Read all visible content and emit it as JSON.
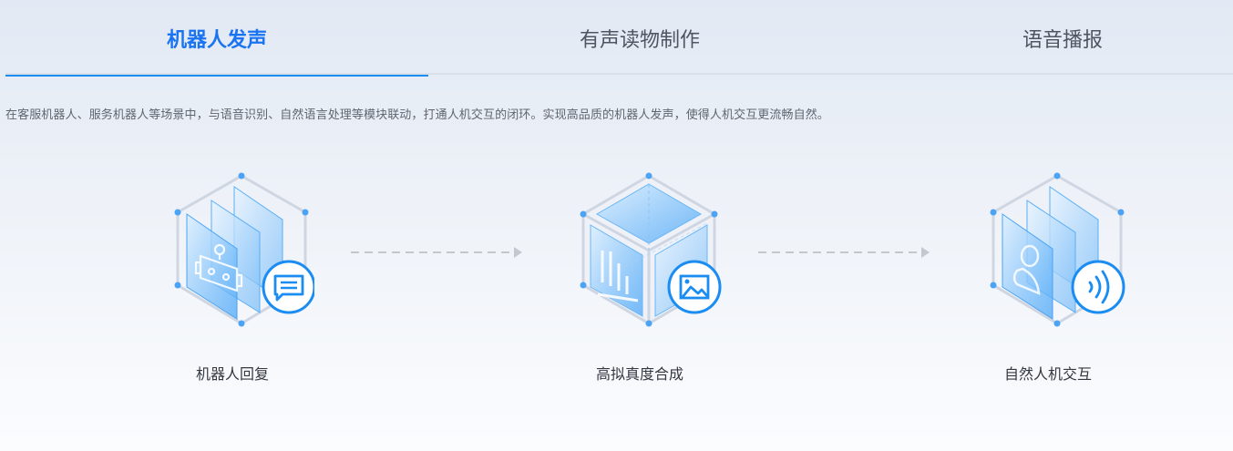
{
  "tabs": [
    {
      "label": "机器人发声",
      "active": true
    },
    {
      "label": "有声读物制作",
      "active": false
    },
    {
      "label": "语音播报",
      "active": false
    }
  ],
  "description": "在客服机器人、服务机器人等场景中，与语音识别、自然语言处理等模块联动，打通人机交互的闭环。实现高品质的机器人发声，使得人机交互更流畅自然。",
  "features": [
    {
      "label": "机器人回复",
      "icon": "robot-icon",
      "badge_icon": "chat-message-icon"
    },
    {
      "label": "高拟真度合成",
      "icon": "bar-chart-icon",
      "badge_icon": "image-icon"
    },
    {
      "label": "自然人机交互",
      "icon": "user-icon",
      "badge_icon": "sound-wave-icon"
    }
  ],
  "colors": {
    "accent": "#1a8cf2",
    "active_tab_text": "#1a73f0",
    "tab_text": "#4f5561",
    "desc_text": "#5f6570",
    "label_text": "#333840",
    "arrow": "#c4c8ce"
  }
}
